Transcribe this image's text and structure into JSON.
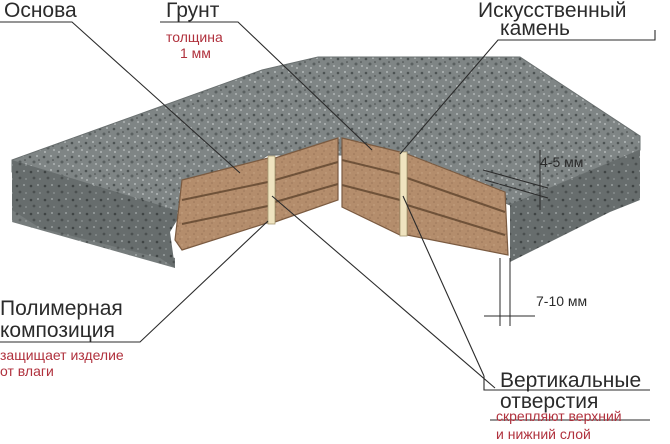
{
  "labels": {
    "osnova": "Основа",
    "grunt": "Грунт",
    "grunt_sub_1": "толщина",
    "grunt_sub_2": "1 мм",
    "stone_1": "Искусственный",
    "stone_2": "камень",
    "dim_thickness": "4-5 мм",
    "dim_hole": "7-10 мм",
    "polymer_1": "Полимерная",
    "polymer_2": "композиция",
    "polymer_sub_1": "защищает изделие",
    "polymer_sub_2": "от влаги",
    "holes_1": "Вертикальные",
    "holes_2": "отверстия",
    "holes_sub_1": "скрепляют верхний",
    "holes_sub_2": "и нижний слой"
  },
  "colors": {
    "text": "#2b2b2b",
    "subtext": "#b0313d",
    "stone": "#7d8383",
    "stone_dark": "#5e6464",
    "wood": "#b08a6a",
    "wood_line": "#6f5239"
  }
}
